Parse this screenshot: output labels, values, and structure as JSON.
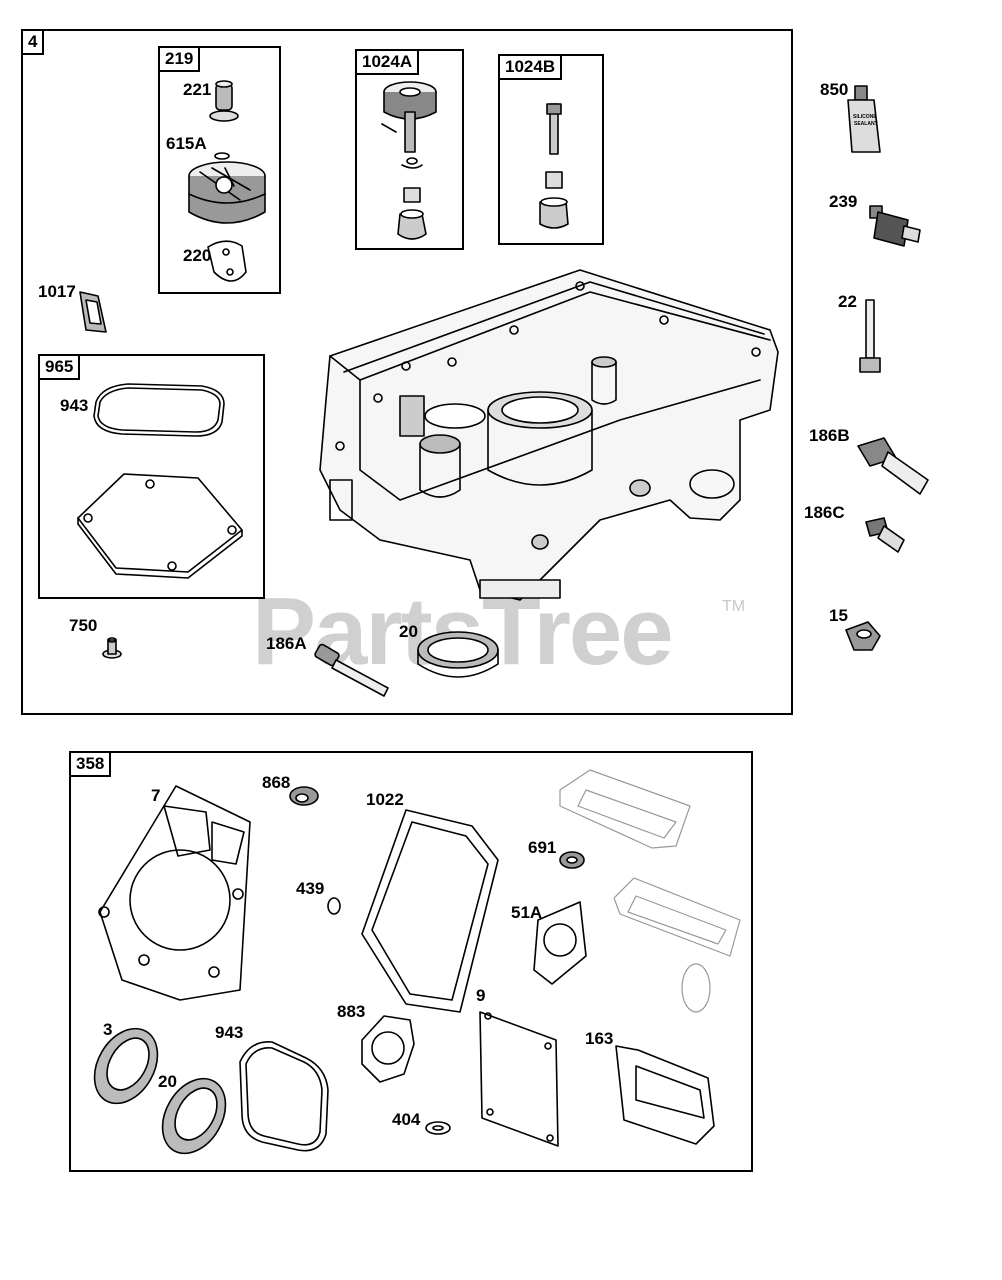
{
  "watermark": {
    "text": "PartsTree",
    "trademark": "TM"
  },
  "top_assembly": {
    "tag": "4",
    "subgroups": [
      {
        "id": "sub-219",
        "tag": "219"
      },
      {
        "id": "sub-1024a",
        "tag": "1024A"
      },
      {
        "id": "sub-1024b",
        "tag": "1024B"
      },
      {
        "id": "sub-965",
        "tag": "965"
      }
    ],
    "labels": {
      "p221": "221",
      "p615a": "615A",
      "p220": "220",
      "p1017": "1017",
      "p943": "943",
      "p750": "750",
      "p186a": "186A",
      "p20": "20"
    }
  },
  "side_parts": {
    "p850": "850",
    "p239": "239",
    "p22": "22",
    "p186b": "186B",
    "p186c": "186C",
    "p15": "15",
    "sealant_text_1": "SILICONE",
    "sealant_text_2": "SEALANT"
  },
  "gasket_set": {
    "tag": "358",
    "labels": {
      "p7": "7",
      "p868": "868",
      "p1022": "1022",
      "p691": "691",
      "p439": "439",
      "p51a": "51A",
      "p3": "3",
      "p20": "20",
      "p943": "943",
      "p883": "883",
      "p9": "9",
      "p163": "163",
      "p404": "404"
    }
  }
}
